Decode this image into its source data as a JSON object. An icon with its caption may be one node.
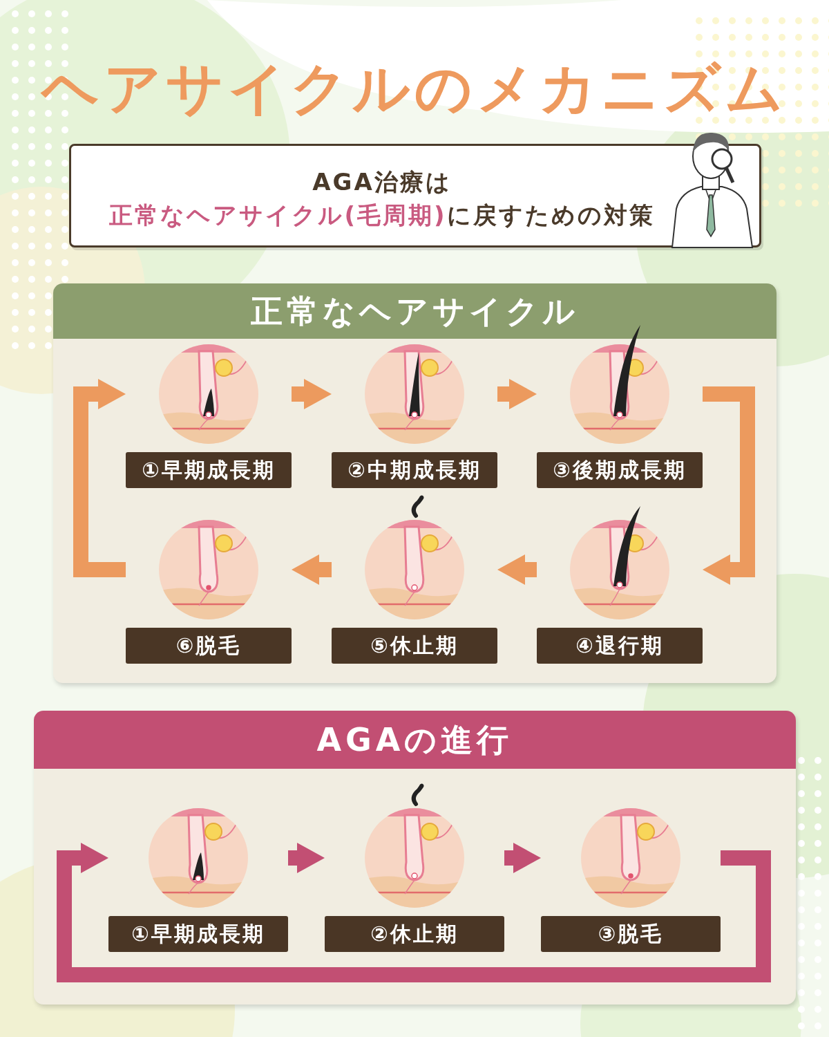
{
  "diagram": {
    "title": "ヘアサイクルのメカニズム",
    "nodes": [
      {
        "text": [
          "AGA治療は",
          "**正常なヘアサイクル(毛周期)**に戻すための対策"
        ]
      },
      {
        "text": [
          "正常なヘアサイクル"
        ]
      },
      {
        "text": [
          "①早期成長期"
        ],
        "in": 1
      },
      {
        "text": [
          "②中期成長期"
        ],
        "in": 1
      },
      {
        "text": [
          "③後期成長期"
        ],
        "in": 1
      },
      {
        "text": [
          "⑥脱毛"
        ],
        "in": 1
      },
      {
        "text": [
          "⑤休止期"
        ],
        "in": 1
      },
      {
        "text": [
          "④退行期"
        ],
        "in": 1
      },
      {
        "text": [
          "AGAの進行"
        ]
      },
      {
        "text": [
          "①早期成長期"
        ],
        "in": 8
      },
      {
        "text": [
          "②休止期"
        ],
        "in": 8
      },
      {
        "text": [
          "③脱毛"
        ],
        "in": 8
      }
    ],
    "edges": [
      {
        "from": 2,
        "to": 3,
        "arrow": "to"
      },
      {
        "from": 3,
        "to": 4,
        "arrow": "to"
      },
      {
        "from": 4,
        "to": 7,
        "arrow": "to"
      },
      {
        "from": 7,
        "to": 6,
        "arrow": "to"
      },
      {
        "from": 6,
        "to": 5,
        "arrow": "to"
      },
      {
        "from": 5,
        "to": 2,
        "arrow": "to"
      },
      {
        "from": 9,
        "to": 10,
        "arrow": "to",
        "color": "#c24f73"
      },
      {
        "from": 10,
        "to": 11,
        "arrow": "to",
        "color": "#c24f73"
      },
      {
        "from": 11,
        "to": 9,
        "arrow": "to",
        "color": "#c24f73"
      }
    ]
  }
}
